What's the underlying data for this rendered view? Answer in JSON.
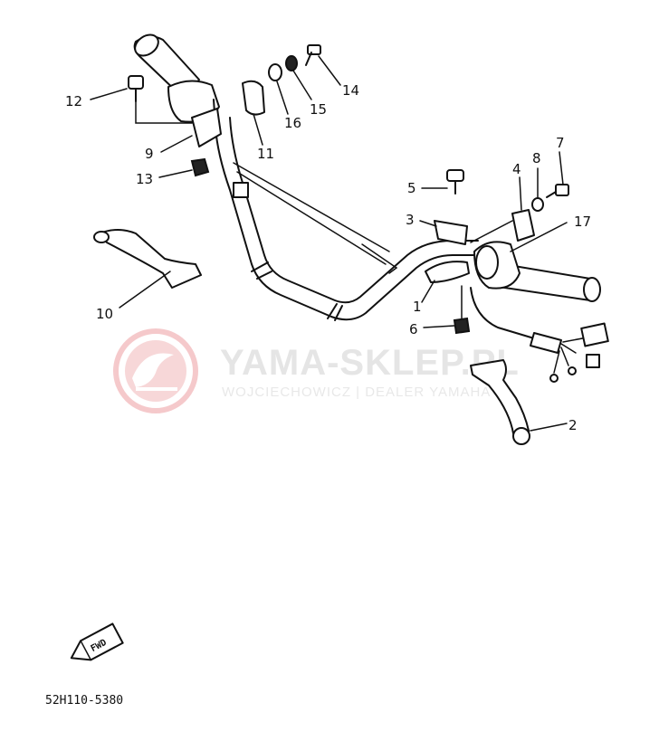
{
  "diagram": {
    "callouts": [
      {
        "id": "12",
        "label": "12"
      },
      {
        "id": "9",
        "label": "9"
      },
      {
        "id": "13",
        "label": "13"
      },
      {
        "id": "11",
        "label": "11"
      },
      {
        "id": "16",
        "label": "16"
      },
      {
        "id": "15",
        "label": "15"
      },
      {
        "id": "14",
        "label": "14"
      },
      {
        "id": "10",
        "label": "10"
      },
      {
        "id": "5",
        "label": "5"
      },
      {
        "id": "4",
        "label": "4"
      },
      {
        "id": "8",
        "label": "8"
      },
      {
        "id": "7",
        "label": "7"
      },
      {
        "id": "3",
        "label": "3"
      },
      {
        "id": "17",
        "label": "17"
      },
      {
        "id": "1",
        "label": "1"
      },
      {
        "id": "6",
        "label": "6"
      },
      {
        "id": "2",
        "label": "2"
      }
    ],
    "footer_code": "52H110-5380",
    "front_badge": "FWD"
  },
  "watermark": {
    "title": "YAMA-SKLEP.PL",
    "subtitle": "WOJCIECHOWICZ | DEALER YAMAHA",
    "logo_color": "#f2b8bb"
  }
}
